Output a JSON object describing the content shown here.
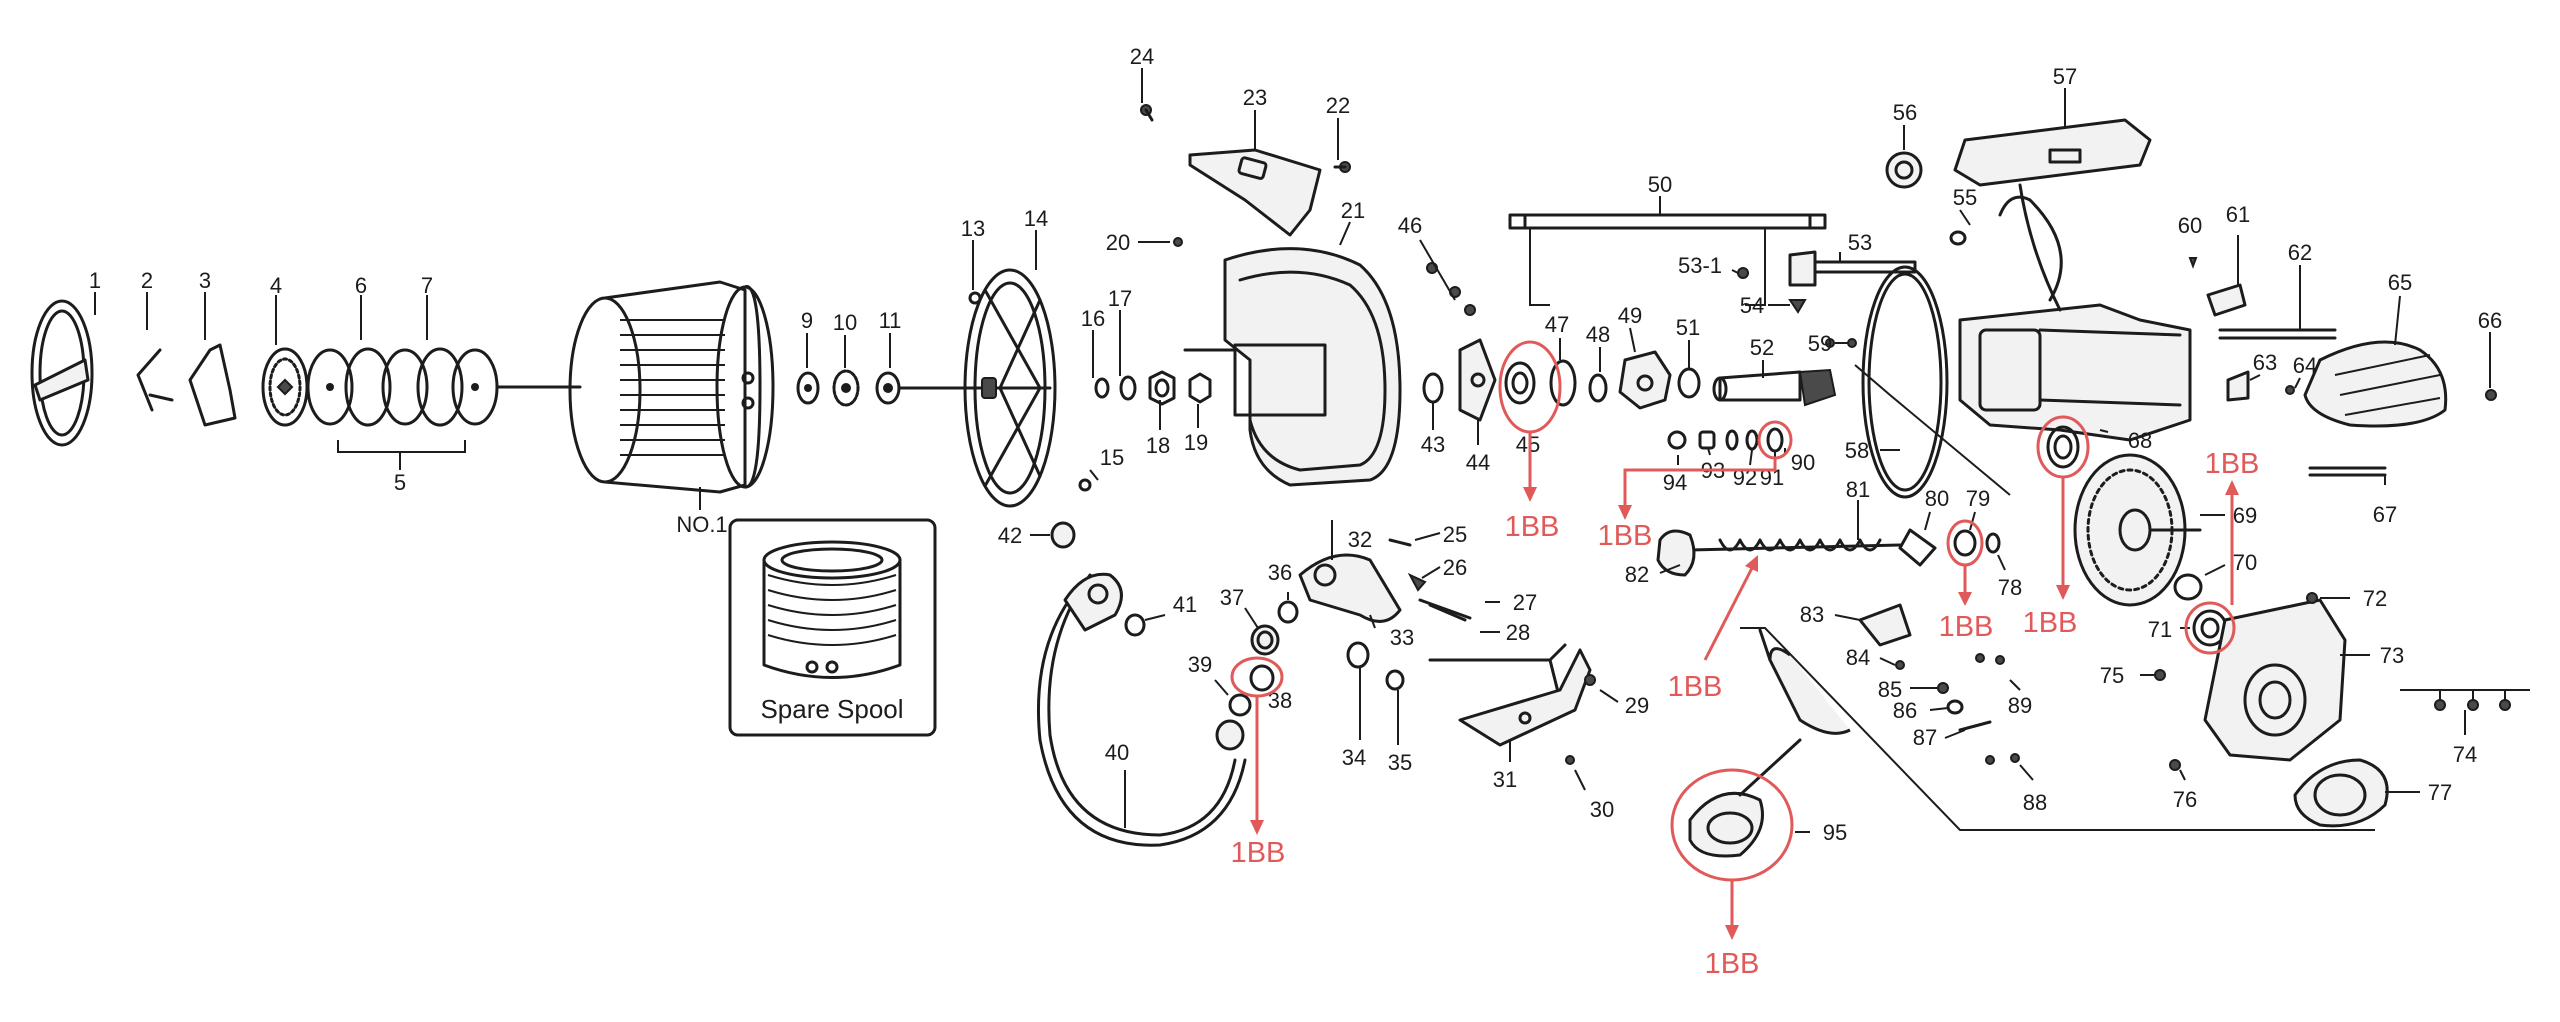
{
  "spool_label": "NO.1",
  "spare_spool": {
    "label": "Spare Spool"
  },
  "bb_label": "1BB",
  "part_numbers": [
    "1",
    "2",
    "3",
    "4",
    "5",
    "6",
    "7",
    "9",
    "10",
    "11",
    "13",
    "14",
    "15",
    "16",
    "17",
    "18",
    "19",
    "20",
    "21",
    "22",
    "23",
    "24",
    "25",
    "26",
    "27",
    "28",
    "29",
    "30",
    "31",
    "32",
    "33",
    "34",
    "35",
    "36",
    "37",
    "38",
    "39",
    "40",
    "41",
    "42",
    "43",
    "44",
    "45",
    "46",
    "47",
    "48",
    "49",
    "50",
    "51",
    "52",
    "53",
    "53-1",
    "54",
    "55",
    "56",
    "57",
    "58",
    "59",
    "60",
    "61",
    "62",
    "63",
    "64",
    "65",
    "66",
    "67",
    "68",
    "69",
    "70",
    "71",
    "72",
    "73",
    "74",
    "75",
    "76",
    "77",
    "78",
    "79",
    "80",
    "81",
    "82",
    "83",
    "84",
    "85",
    "86",
    "87",
    "88",
    "89",
    "90",
    "91",
    "92",
    "93",
    "94",
    "95"
  ],
  "bearing_callouts": [
    {
      "part": "38",
      "label": "1BB"
    },
    {
      "part": "45",
      "label": "1BB"
    },
    {
      "part": "90",
      "label": "1BB"
    },
    {
      "part": "82",
      "label": "1BB"
    },
    {
      "part": "79",
      "label": "1BB"
    },
    {
      "part": "68",
      "label": "1BB"
    },
    {
      "part": "71",
      "label": "1BB"
    },
    {
      "part": "95",
      "label": "1BB"
    }
  ]
}
